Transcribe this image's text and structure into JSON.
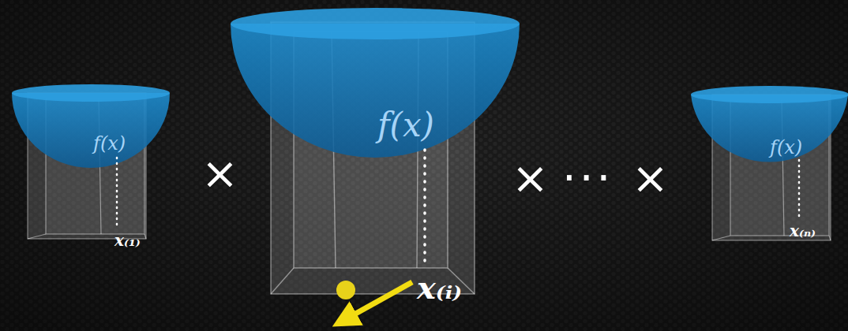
{
  "diagram": {
    "nodes": [
      {
        "text": [
          "f(x)",
          "x₍₁₎"
        ]
      },
      {
        "text": [
          "f(x)",
          "x₍ᵢ₎"
        ]
      },
      {
        "text": [
          "f(x)",
          "x₍ₙ₎"
        ]
      }
    ],
    "edges": [],
    "labels": [
      "×",
      "×",
      "···",
      "×"
    ]
  }
}
